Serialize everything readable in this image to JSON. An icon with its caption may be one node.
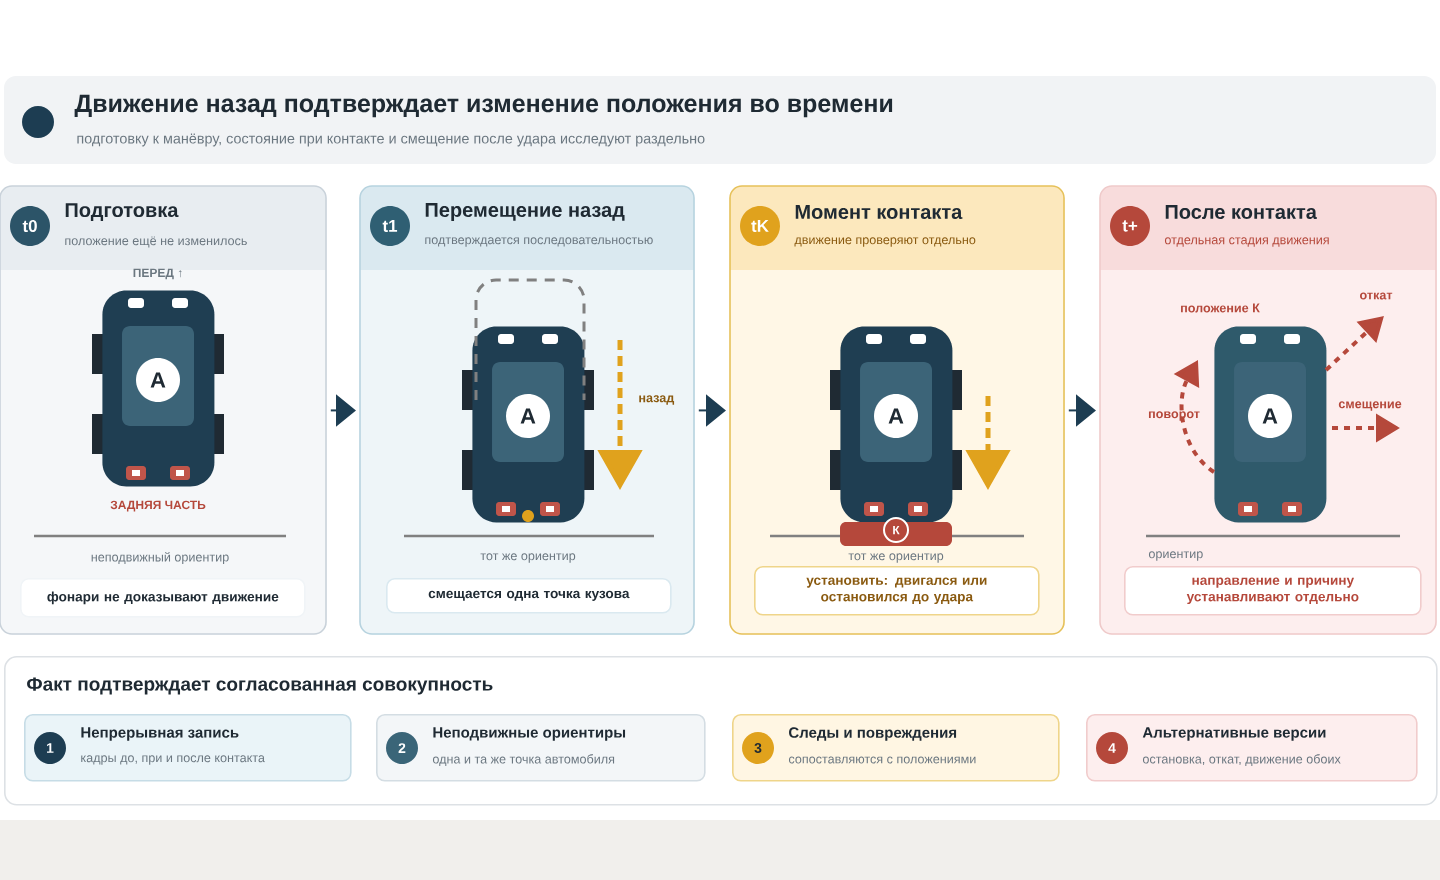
{
  "diagram": {
    "title": "Движение назад подтверждает изменение положения во времени",
    "nodes": [
      {
        "text": [
          "t0",
          "Подготовка",
          "положение ещё не изменилось"
        ]
      },
      {
        "text": [
          "A"
        ],
        "in": 0
      },
      {
        "text": [
          "фонари не доказывают движение"
        ],
        "in": 0
      },
      {
        "text": [
          "t1",
          "Перемещение назад",
          "подтверждается последовательностью"
        ]
      },
      {
        "text": [
          "A"
        ],
        "in": 3
      },
      {
        "text": [
          "смещается одна точка кузова"
        ],
        "in": 3
      },
      {
        "text": [
          "tK",
          "Момент контакта",
          "движение проверяют отдельно"
        ]
      },
      {
        "text": [
          "A"
        ],
        "in": 6
      },
      {
        "text": [
          "установить: двигался или остановился до удара"
        ],
        "in": 6
      },
      {
        "text": [
          "t+",
          "После контакта",
          "отдельная стадия движения"
        ]
      },
      {
        "text": [
          "A"
        ],
        "in": 9
      },
      {
        "text": [
          "направление и причину устанавливают отдельно"
        ],
        "in": 9
      },
      {
        "text": [
          "Факт подтверждает согласованная совокупность"
        ]
      },
      {
        "text": [
          "1",
          "Непрерывная запись",
          "кадры до, при и после контакта"
        ],
        "in": 12
      },
      {
        "text": [
          "2",
          "Неподвижные ориентиры",
          "одна и та же точка автомобиля"
        ],
        "in": 12
      },
      {
        "text": [
          "3",
          "Следы и повреждения",
          "сопоставляются с положениями"
        ],
        "in": 12
      },
      {
        "text": [
          "4",
          "Альтернативные версии",
          "остановка, откат, движение обоих"
        ],
        "in": 12
      }
    ],
    "edges": [
      {
        "from": 0,
        "to": 3,
        "arrow": "to"
      },
      {
        "from": 3,
        "to": 6,
        "arrow": "to"
      },
      {
        "from": 6,
        "to": 9,
        "arrow": "to"
      }
    ],
    "labels": [
      "подготовку к манёвру, состояние при контакте и смещение после удара исследуют раздельно",
      "ПЕРЕД ↑",
      "ЗАДНЯЯ ЧАСТЬ",
      "неподвижный ориентир",
      "назад",
      "тот же ориентир",
      "К",
      "тот же ориентир",
      "положение К",
      "откат",
      "поворот",
      "смещение",
      "ориентир"
    ]
  }
}
